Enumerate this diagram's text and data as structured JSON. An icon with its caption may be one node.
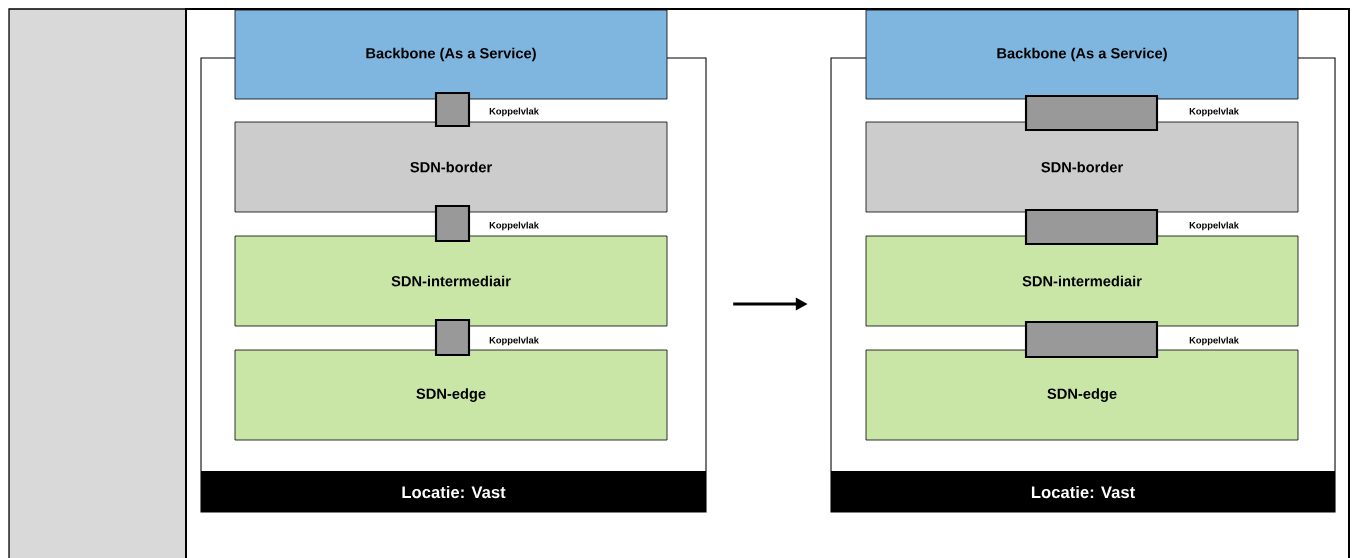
{
  "diagram": {
    "nodes": [
      {
        "text": [
          "Locatie: Vast"
        ]
      },
      {
        "text": [
          "Backbone (As a Service)"
        ]
      },
      {
        "text": [],
        "shape": "box",
        "in": 0
      },
      {
        "text": [
          "SDN-border"
        ],
        "in": 0
      },
      {
        "text": [],
        "shape": "box",
        "in": 0
      },
      {
        "text": [
          "SDN-intermediair"
        ],
        "in": 0
      },
      {
        "text": [],
        "shape": "box",
        "in": 0
      },
      {
        "text": [
          "SDN-edge"
        ],
        "in": 0
      },
      {
        "text": [
          "Locatie: Vast"
        ]
      },
      {
        "text": [
          "Backbone (As a Service)"
        ]
      },
      {
        "text": [],
        "shape": "box",
        "in": 8
      },
      {
        "text": [
          "SDN-border"
        ],
        "in": 8
      },
      {
        "text": [],
        "shape": "box",
        "in": 8
      },
      {
        "text": [
          "SDN-intermediair"
        ],
        "in": 8
      },
      {
        "text": [],
        "shape": "box",
        "in": 8
      },
      {
        "text": [
          "SDN-edge"
        ],
        "in": 8
      }
    ],
    "edges": [
      {
        "from": 0,
        "to": 8,
        "arrow": "to"
      }
    ],
    "labels": [
      "Koppelvlak",
      "Koppelvlak",
      "Koppelvlak",
      "Koppelvlak",
      "Koppelvlak",
      "Koppelvlak"
    ]
  }
}
